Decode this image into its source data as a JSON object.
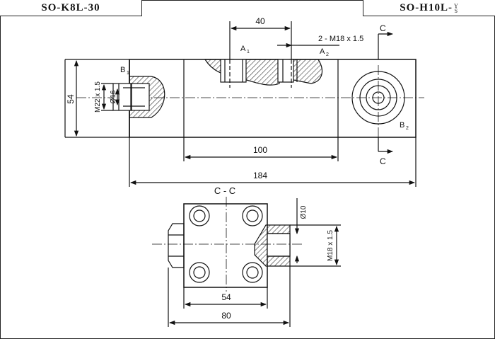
{
  "header": {
    "left_title": "SO-K8L-30",
    "right_title": "SO-H10L-",
    "right_title_frac_top": "Y",
    "right_title_frac_bottom": "S"
  },
  "top_view": {
    "dim_40": "40",
    "thread_note": "2 - M18 x 1.5",
    "port_a1": "A",
    "port_a1_sub": "1",
    "port_a2": "A",
    "port_a2_sub": "2",
    "port_b1": "B",
    "port_b1_sub": "1",
    "port_b2": "B",
    "port_b2_sub": "2",
    "section_c_top": "C",
    "section_c_bottom": "C",
    "dim_54": "54",
    "dim_m22": "M22 x 1.5",
    "dim_d16": "Ø16",
    "dim_100": "100",
    "dim_184": "184"
  },
  "section_view": {
    "title": "C - C",
    "dim_d10": "Ø10",
    "dim_m18": "M18 x 1.5",
    "dim_54": "54",
    "dim_80": "80"
  },
  "colors": {
    "ink": "#111111",
    "hatch": "#333333",
    "paper": "#ffffff"
  }
}
